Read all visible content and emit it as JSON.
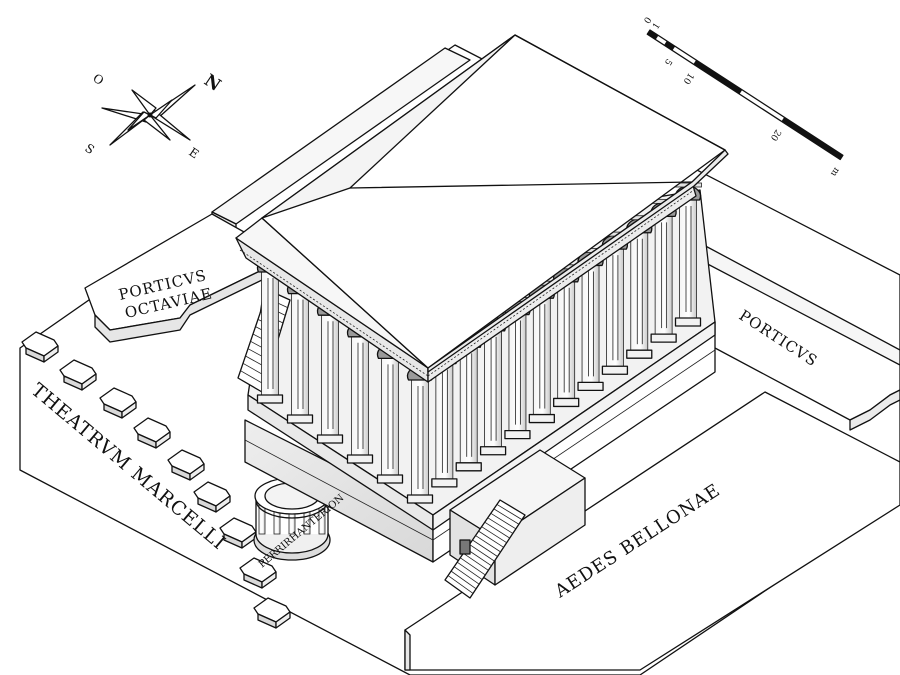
{
  "labels": {
    "porticus_octaviae": [
      "PORTICVS",
      "OCTAVIAE"
    ],
    "porticus": "PORTICVS",
    "theatrum": "THEATRVM MARCELLI",
    "aedes": "AEDES BELLONAE",
    "perrirhanterion": "PERRIRHANTERION"
  },
  "compass": {
    "n": "N",
    "o": "O",
    "s": "S",
    "e": "E"
  },
  "scale": {
    "ticks": [
      "0",
      "1",
      "5",
      "10",
      "20"
    ],
    "unit": "m"
  }
}
